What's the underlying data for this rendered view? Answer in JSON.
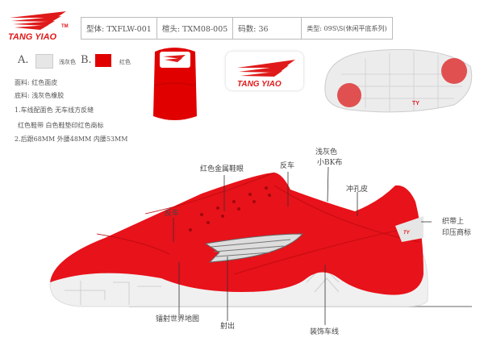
{
  "brand": {
    "logo_text": "TANG YIAO",
    "tm": "TM"
  },
  "spec": {
    "last": "型体: TXFLW-001",
    "sole": "楦头: TXM08-005",
    "size": "码数: 36",
    "type": "类型: 09S\\S(休闲平底系列)"
  },
  "colors": {
    "a_label": "A.",
    "a_name": "浅灰色",
    "a_hex": "#e6e6e6",
    "b_label": "B.",
    "b_name": "红色",
    "b_hex": "#e00000"
  },
  "notes": [
    "面料: 红色面皮",
    "底料: 浅灰色橡胶",
    "1.车线配面色  无车线方反缝",
    "红色鞋带  白色鞋垫印红色商标",
    "2.后跟68MM 外腰48MM 内腰53MM"
  ],
  "callouts": {
    "eyelets": "红色金属鞋眼",
    "reverse_stitch_top": "反车",
    "light_gray": "浅灰色",
    "bk_fabric": "小BK布",
    "perforated": "冲孔皮",
    "reverse_stitch_left": "反车",
    "webbing_1": "织带上",
    "webbing_2": "印压商标",
    "laser_map": "镭射世界地图",
    "injection": "射出",
    "deco_stitch": "装饰车线"
  }
}
